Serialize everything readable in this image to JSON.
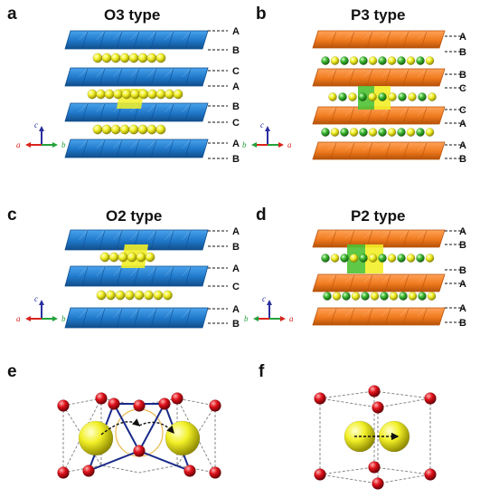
{
  "colors": {
    "o_slab": "#1f77c8",
    "o_slab_edge": "#0d4e8f",
    "p_slab": "#f07a1e",
    "p_slab_edge": "#b8520a",
    "na_yellow": "#f2f028",
    "na_green": "#3cb832",
    "oxygen_red": "#e0121b",
    "prism_green": "#4ec232",
    "axis_c": "#2a2f9e",
    "axis_a": "#d9231b",
    "axis_b": "#23a13a",
    "triangle": "#1a2a8a",
    "circle": "#e8b84a"
  },
  "panels": [
    {
      "id": "a",
      "letter": "a",
      "title": "O3 type",
      "stack_labels": [
        "A",
        "B",
        "C",
        "A",
        "B",
        "C",
        "A",
        "B"
      ],
      "axes": {
        "up": "c",
        "left": "a",
        "right": "b"
      }
    },
    {
      "id": "b",
      "letter": "b",
      "title": "P3 type",
      "stack_labels": [
        "A",
        "B",
        "B",
        "C",
        "C",
        "A",
        "A",
        "B"
      ],
      "axes": {
        "up": "c",
        "left": "b",
        "right": "a"
      }
    },
    {
      "id": "c",
      "letter": "c",
      "title": "O2 type",
      "stack_labels": [
        "A",
        "B",
        "A",
        "C",
        "A",
        "B"
      ],
      "axes": {
        "up": "c",
        "left": "a",
        "right": "b"
      }
    },
    {
      "id": "d",
      "letter": "d",
      "title": "P2 type",
      "stack_labels": [
        "A",
        "B",
        "B",
        "A",
        "A",
        "B"
      ],
      "axes": {
        "up": "c",
        "left": "b",
        "right": "a"
      }
    },
    {
      "id": "e",
      "letter": "e"
    },
    {
      "id": "f",
      "letter": "f"
    }
  ]
}
